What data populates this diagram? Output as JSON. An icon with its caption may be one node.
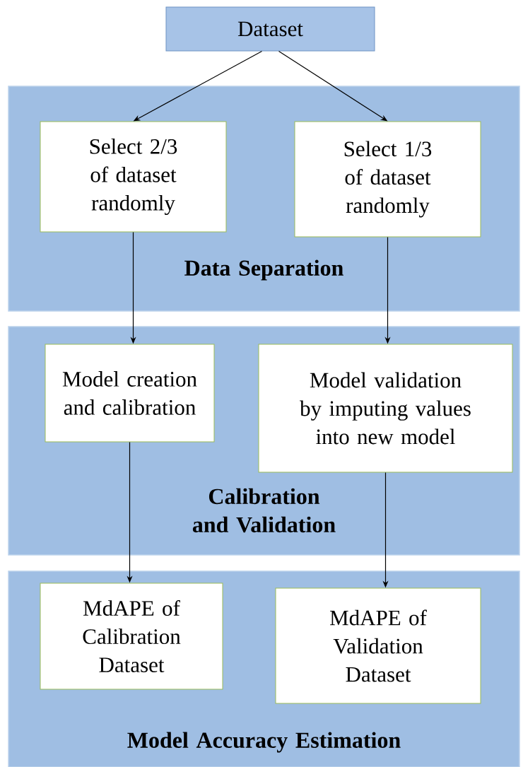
{
  "diagram": {
    "nodes": [
      {
        "text": [
          "Dataset"
        ]
      },
      {
        "text": [
          "Data Separation"
        ]
      },
      {
        "text": [
          "Select 2/3 of dataset randomly"
        ],
        "in": 1
      },
      {
        "text": [
          "Select 1/3 of dataset randomly"
        ],
        "in": 1
      },
      {
        "text": [
          "Calibration and Validation"
        ]
      },
      {
        "text": [
          "Model creation and calibration"
        ],
        "in": 4
      },
      {
        "text": [
          "Model validation by imputing values into new model"
        ],
        "in": 4
      },
      {
        "text": [
          "Model Accuracy Estimation"
        ]
      },
      {
        "text": [
          "MdAPE of Calibration Dataset"
        ],
        "in": 7
      },
      {
        "text": [
          "MdAPE of Validation Dataset"
        ],
        "in": 7
      }
    ],
    "edges": [
      {
        "from": 0,
        "to": 2,
        "arrow": "to"
      },
      {
        "from": 0,
        "to": 3,
        "arrow": "to"
      },
      {
        "from": 2,
        "to": 5,
        "arrow": "to"
      },
      {
        "from": 3,
        "to": 6,
        "arrow": "to"
      },
      {
        "from": 5,
        "to": 8,
        "arrow": "to"
      },
      {
        "from": 6,
        "to": 9,
        "arrow": "to"
      }
    ]
  }
}
